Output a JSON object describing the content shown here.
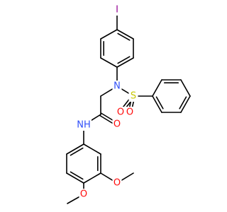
{
  "structure": {
    "colors": {
      "carbon_bond": "#000000",
      "I": "#940094",
      "N": "#3050f8",
      "O": "#ff0d0d",
      "S": "#c8c800",
      "background": "#ffffff"
    },
    "labels": {
      "iodine": "I",
      "sulfonamide_n": "N",
      "sulfonyl_s": "S",
      "sulfonyl_o1": "O",
      "sulfonyl_o2": "O",
      "amide_o": "O",
      "amide_nh": "NH",
      "methoxy_o1": "O",
      "methoxy_o2": "O"
    }
  }
}
